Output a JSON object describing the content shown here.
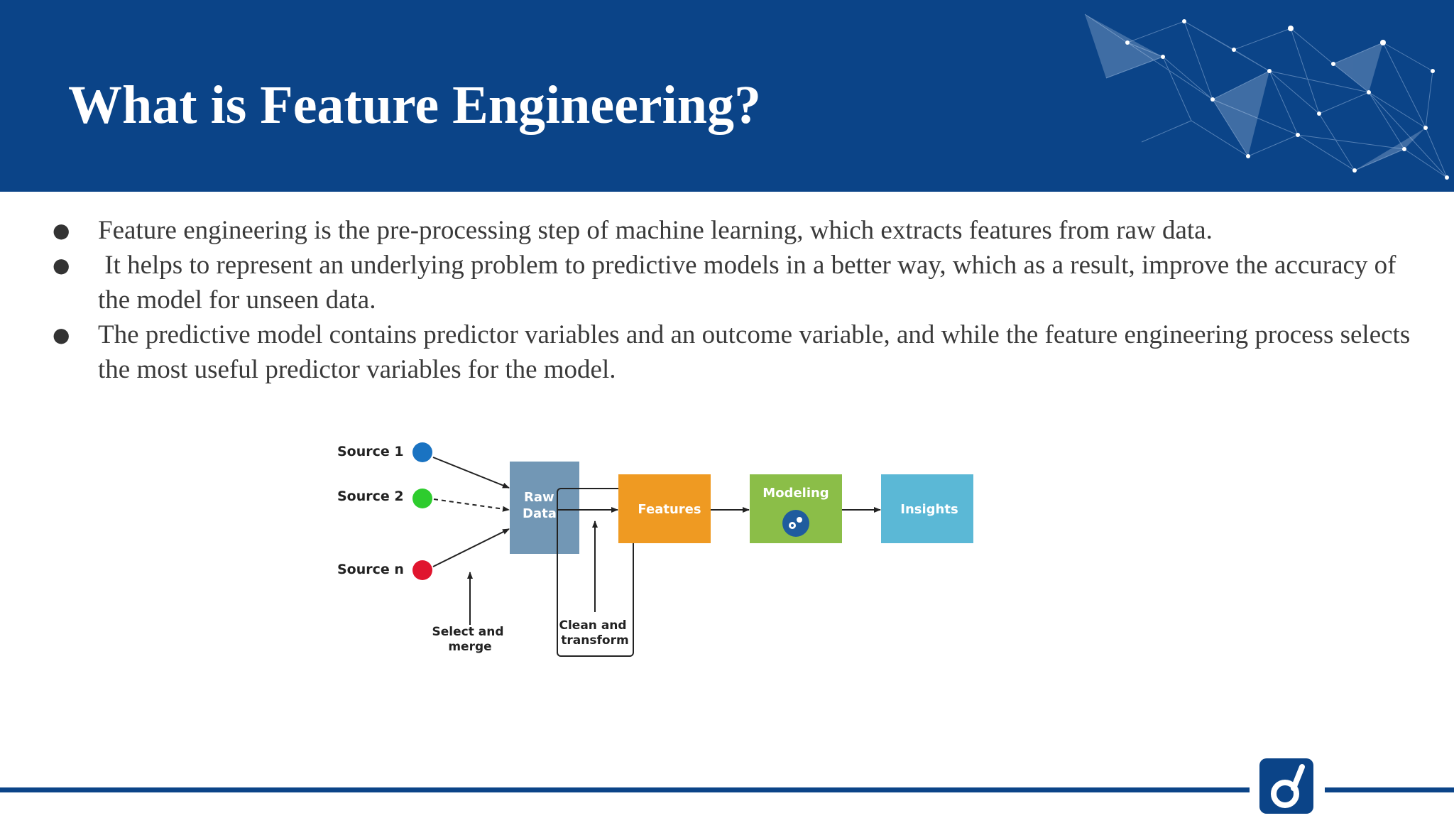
{
  "slide": {
    "title": "What is Feature Engineering?",
    "bullets": [
      "Feature engineering is the pre-processing step of machine learning, which extracts features from raw data.",
      " It helps to represent an underlying problem to predictive models in a better way, which as a result, improve the accuracy of the model for unseen data.",
      "The predictive model contains predictor variables and an outcome variable, and while the feature engineering process selects the most useful predictor variables for the model."
    ],
    "bullet_symbol": "●"
  },
  "diagram": {
    "sources": [
      {
        "label": "Source 1",
        "color": "#1a73c2"
      },
      {
        "label": "Source 2",
        "color": "#2ecc2e"
      },
      {
        "label": "Source n",
        "color": "#e0152e"
      }
    ],
    "stages": [
      {
        "label_lines": [
          "Raw",
          "Data"
        ],
        "color": "#7297b5"
      },
      {
        "label_lines": [
          "Features"
        ],
        "color": "#ef9a22"
      },
      {
        "label_lines": [
          "Modeling"
        ],
        "color": "#8bbe48",
        "icon": "gears-icon"
      },
      {
        "label_lines": [
          "Insights"
        ],
        "color": "#5bb8d6"
      }
    ],
    "annotations": {
      "select_merge": [
        "Select and",
        "merge"
      ],
      "clean_transform": [
        "Clean and",
        "transform"
      ]
    }
  },
  "colors": {
    "header_blue": "#0b4488",
    "body_text": "#3a3a3a"
  }
}
